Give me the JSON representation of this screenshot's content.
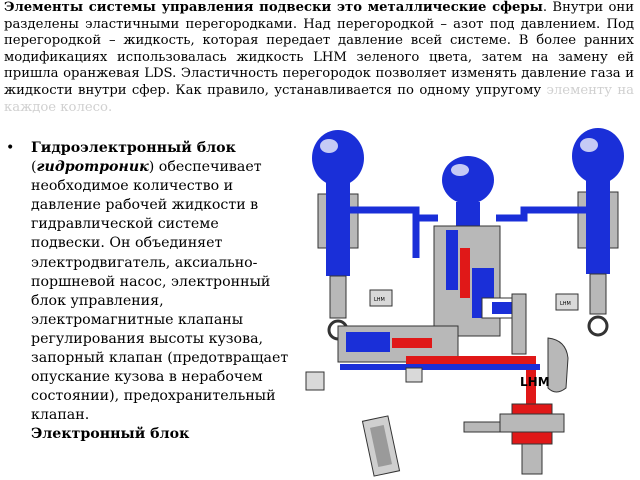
{
  "intro": {
    "heading": "Элементы системы управления подвески это металлические сферы",
    "heading_end": ".",
    "body": " Внутри они разделены эластичными перегородками. Над перегородкой – азот под давлением. Под перегородкой – жидкость, которая передает давление всей системе. В более ранних модификациях использовалась жидкость LHM зеленого цвета, затем на замену ей пришла оранжевая LDS. Эластичность перегородок позволяет изменять давление газа и жидкости внутри сфер. Как правило, устанавливается по одному упругому ",
    "faded_tail": "элементу на каждое колесо."
  },
  "bullet": {
    "term": "Гидроэлектронный блок",
    "paren_open": "(",
    "term_alt": "гидротроник",
    "paren_close_text": ") обеспечивает необходимое количество и давление рабочей жидкости в гидравлической системе подвески. Он объединяет электродвигатель, аксиально-поршневой насос, электронный блок управления, электромагнитные клапаны регулирования высоты кузова, запорный клапан (предотвращает опускание кузова в нерабочем состоянии), предохранительный клапан.",
    "next_term": "Электронный блок"
  },
  "diagram": {
    "fluid_label": "LHM",
    "small_label": "LHM",
    "colors": {
      "blue": "#1a2fd8",
      "red": "#e01818",
      "gray": "#b8b8b8",
      "dark": "#333333"
    }
  }
}
